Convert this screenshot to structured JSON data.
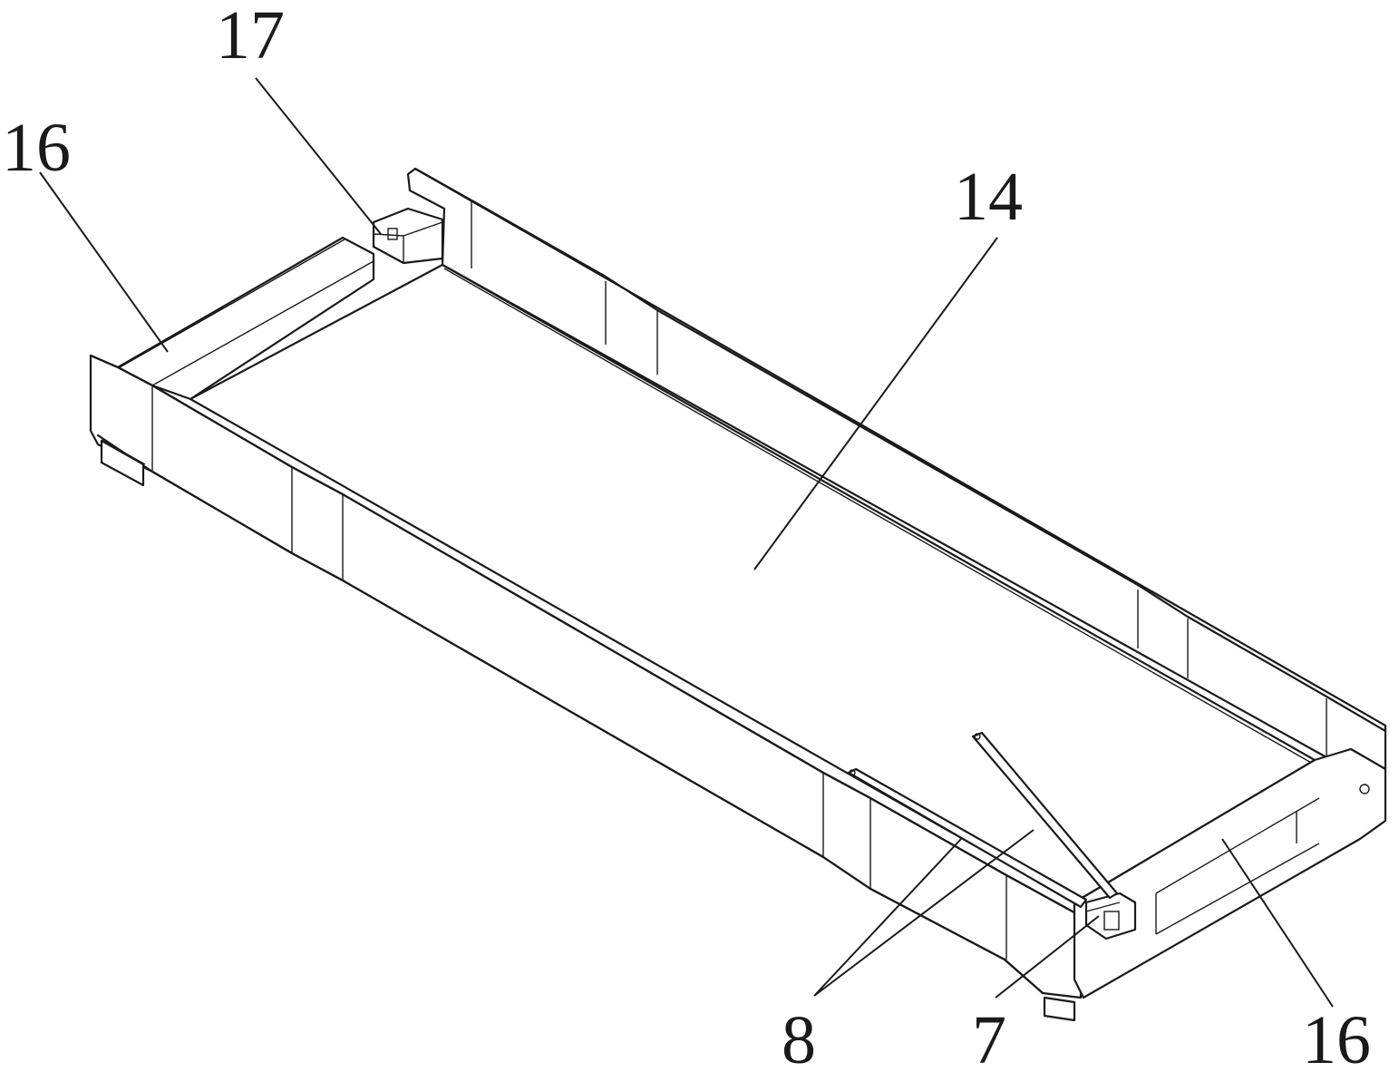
{
  "figure": {
    "labels": {
      "label_17": "17",
      "label_16_left": "16",
      "label_14": "14",
      "label_8": "8",
      "label_7": "7",
      "label_16_right": "16"
    }
  }
}
